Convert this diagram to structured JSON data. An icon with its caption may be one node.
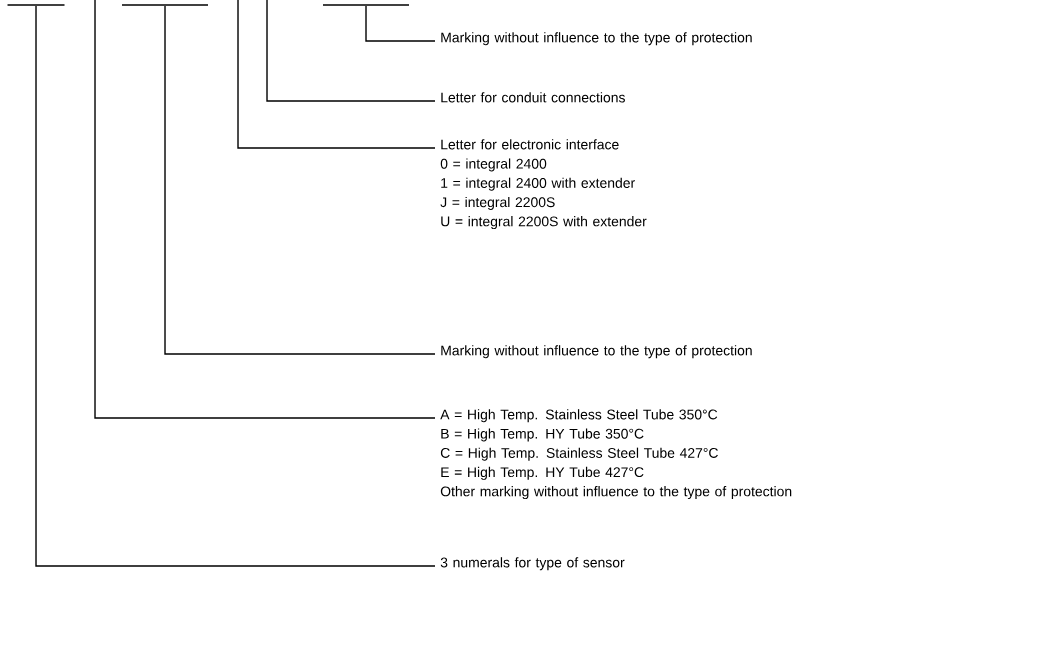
{
  "diagram": {
    "nodes": [
      {
        "text": [
          "Marking without influence to the type of protection"
        ]
      },
      {
        "text": [
          "Letter for conduit connections"
        ]
      },
      {
        "text": [
          "Letter for electronic interface",
          "0 = integral 2400",
          "1 = integral 2400 with extender",
          "J = integral 2200S",
          "U = integral 2200S with extender"
        ]
      },
      {
        "text": [
          "Marking without influence to the type of protection"
        ]
      },
      {
        "text": [
          "A = High Temp. Stainless Steel Tube 350°C",
          "B = High Temp. HY Tube 350°C",
          "C = High Temp. Stainless Steel Tube 427°C",
          "E = High Temp. HY Tube 427°C",
          "Other marking without influence to the type of protection"
        ]
      },
      {
        "text": [
          "3 numerals for type of sensor"
        ]
      },
      {
        "text": [],
        "shape": "bar"
      },
      {
        "text": [],
        "shape": "bar"
      },
      {
        "text": [],
        "shape": "bar"
      }
    ],
    "edges": [
      {
        "from": 0,
        "to": 8,
        "arrow": "none"
      },
      {
        "from": 1,
        "to": null,
        "arrow": "none"
      },
      {
        "from": 2,
        "to": null,
        "arrow": "none"
      },
      {
        "from": 3,
        "to": 7,
        "arrow": "none"
      },
      {
        "from": 4,
        "to": null,
        "arrow": "none"
      },
      {
        "from": 5,
        "to": 6,
        "arrow": "none"
      }
    ]
  }
}
